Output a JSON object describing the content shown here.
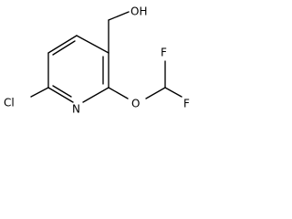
{
  "molecule": {
    "atoms": {
      "hydroxyl": "OH",
      "chlorine": "Cl",
      "ring_nitrogen": "N",
      "ether_oxygen": "O",
      "fluorine_top": "F",
      "fluorine_bottom": "F"
    }
  }
}
